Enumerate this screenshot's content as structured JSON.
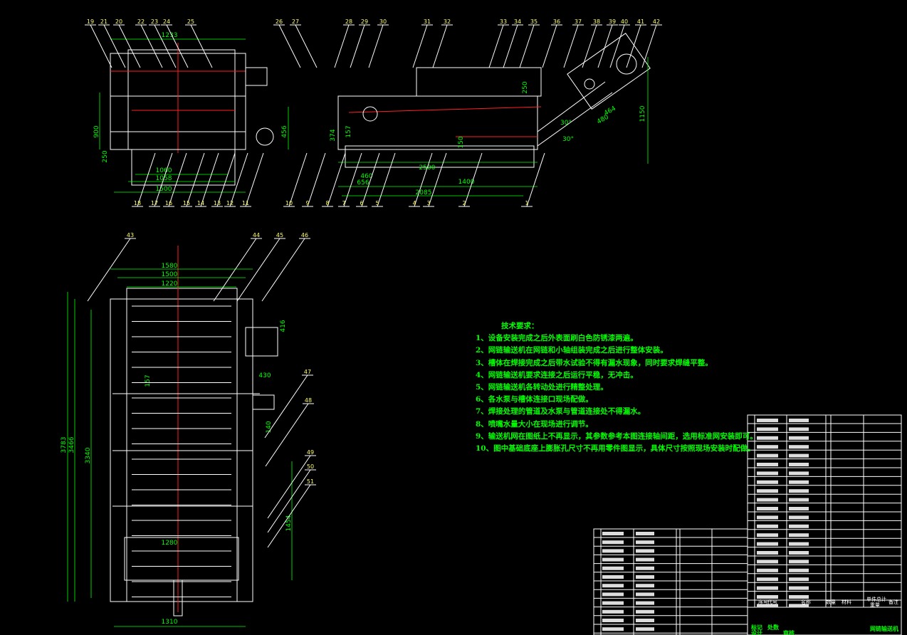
{
  "drawing": {
    "dimensions_front": [
      "1233",
      "900",
      "1060",
      "1058",
      "1500",
      "456",
      "250"
    ],
    "dimensions_side": [
      "2500",
      "2085",
      "1400",
      "460",
      "656",
      "374",
      "157",
      "1150",
      "464",
      "480",
      "30°",
      "30°",
      "250",
      "150"
    ],
    "dimensions_plan": [
      "1580",
      "1500",
      "1220",
      "416",
      "430",
      "3783",
      "3466",
      "3340",
      "1454",
      "1280",
      "1310",
      "157",
      "140"
    ],
    "part_numbers_top": [
      "19",
      "21",
      "20",
      "22",
      "23",
      "24",
      "25",
      "26",
      "27",
      "28",
      "29",
      "30",
      "31",
      "32",
      "33",
      "34",
      "35",
      "36",
      "37",
      "38",
      "39",
      "40",
      "41",
      "42"
    ],
    "part_numbers_bottom": [
      "18",
      "17",
      "16",
      "15",
      "14",
      "13",
      "12",
      "11",
      "10",
      "9",
      "8",
      "7",
      "6",
      "5",
      "4",
      "3",
      "2",
      "1"
    ],
    "part_numbers_plan": [
      "43",
      "44",
      "45",
      "46",
      "47",
      "48",
      "49",
      "50",
      "51"
    ]
  },
  "tech_requirements": {
    "title": "技术要求：",
    "items": [
      "1、设备安装完成之后外表面刷白色防锈漆两遍。",
      "2、网链输送机在网链和小轴组装完成之后进行整体安装。",
      "3、槽体在焊接完成之后带水试验不得有漏水现象，同时要求焊缝平整。",
      "4、网链输送机要求连接之后运行平稳，无冲击。",
      "5、网链输送机各转动处进行精整处理。",
      "6、各水泵与槽体连接口现场配做。",
      "7、焊接处理的管道及水泵与管道连接处不得漏水。",
      "8、喷嘴水量大小在现场进行调节。",
      "9、输送机网在图纸上不再显示，其参数参考本图连接轴间距，选用标准网安装即可。",
      "10、图中基础底座上膨胀孔尺寸不再用零件图显示，具体尺寸按照现场安装时配做。"
    ]
  },
  "title_block": {
    "headers": [
      "序号",
      "代号",
      "名称",
      "数量",
      "材料",
      "单件",
      "总计",
      "重量",
      "备注"
    ],
    "drawing_title": "网链输送机",
    "sign_labels": [
      "标记",
      "处数",
      "设计",
      "审核"
    ]
  }
}
